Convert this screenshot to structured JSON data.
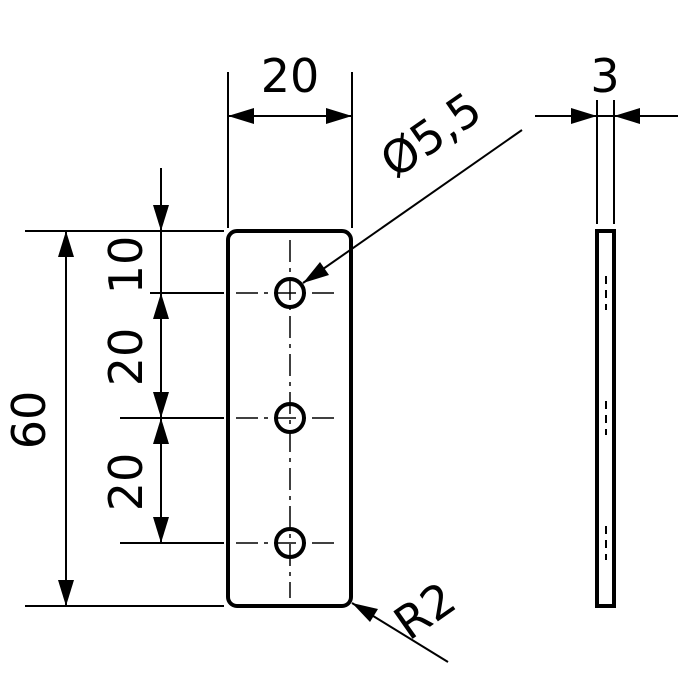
{
  "drawing": {
    "width_dim": "20",
    "thickness_dim": "3",
    "hole_dim": "Ø5,5",
    "height_dim": "60",
    "top_offset_dim": "10",
    "pitch_dim_1": "20",
    "pitch_dim_2": "20",
    "radius_dim": "R2"
  }
}
